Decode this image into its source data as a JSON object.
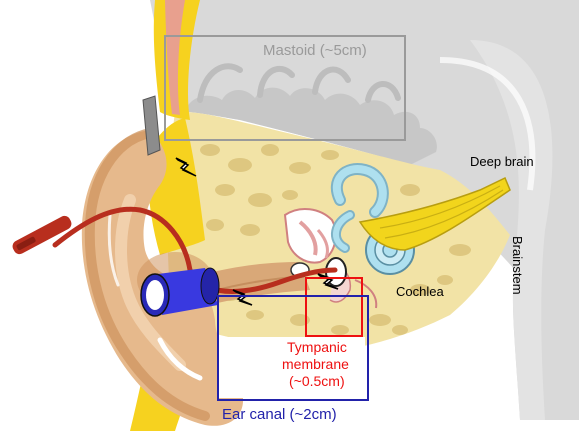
{
  "labels": {
    "mastoid": "Mastoid (~5cm)",
    "deep_brain": "Deep brain",
    "brainstem": "Brainstem",
    "cochlea": "Cochlea",
    "tympanic_line1": "Tympanic",
    "tympanic_line2": "membrane",
    "tympanic_line3": "(~0.5cm)",
    "ear_canal": "Ear canal (~2cm)"
  },
  "colors": {
    "brain": "#d9d9d9",
    "brain_shadow": "#bdbdbd",
    "skull": "#f2e3a6",
    "skull_spot": "#dcc57c",
    "skin": "#e6b98c",
    "skin_dark": "#cf9660",
    "fat": "#f6d21f",
    "muscle": "#e8a08e",
    "nerve": "#f2d51c",
    "cochlea": "#aee0ef",
    "earplug": "#3939e0",
    "cable": "#b82e1e",
    "mastoid_box": "#9a9a9a",
    "tympanic_box": "#ee1111",
    "canal_box": "#2222aa"
  }
}
